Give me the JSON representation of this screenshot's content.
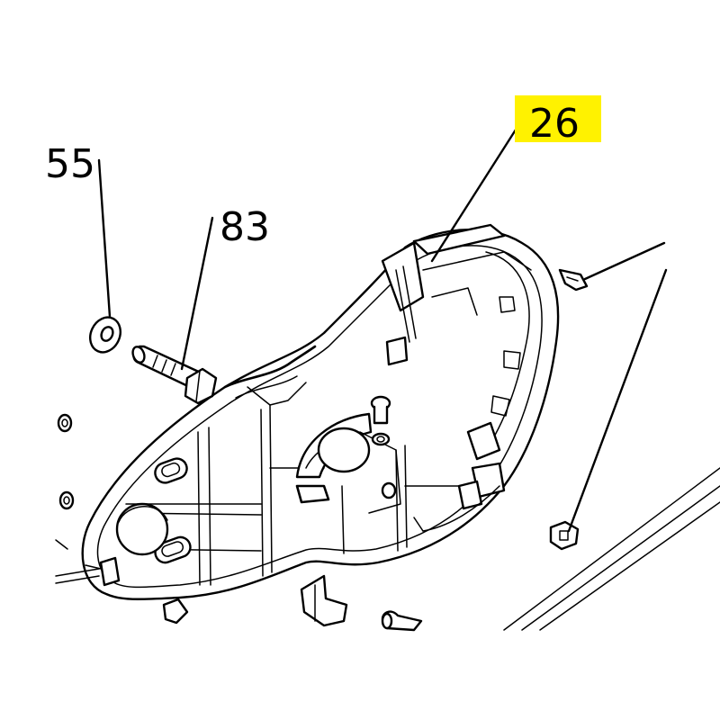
{
  "colors": {
    "highlight": "#fff200",
    "line": "#000000",
    "background": "#ffffff"
  },
  "callouts": [
    {
      "id": "callout-55",
      "label": "55",
      "highlighted": false
    },
    {
      "id": "callout-83",
      "label": "83",
      "highlighted": false
    },
    {
      "id": "callout-26",
      "label": "26",
      "highlighted": true
    }
  ]
}
